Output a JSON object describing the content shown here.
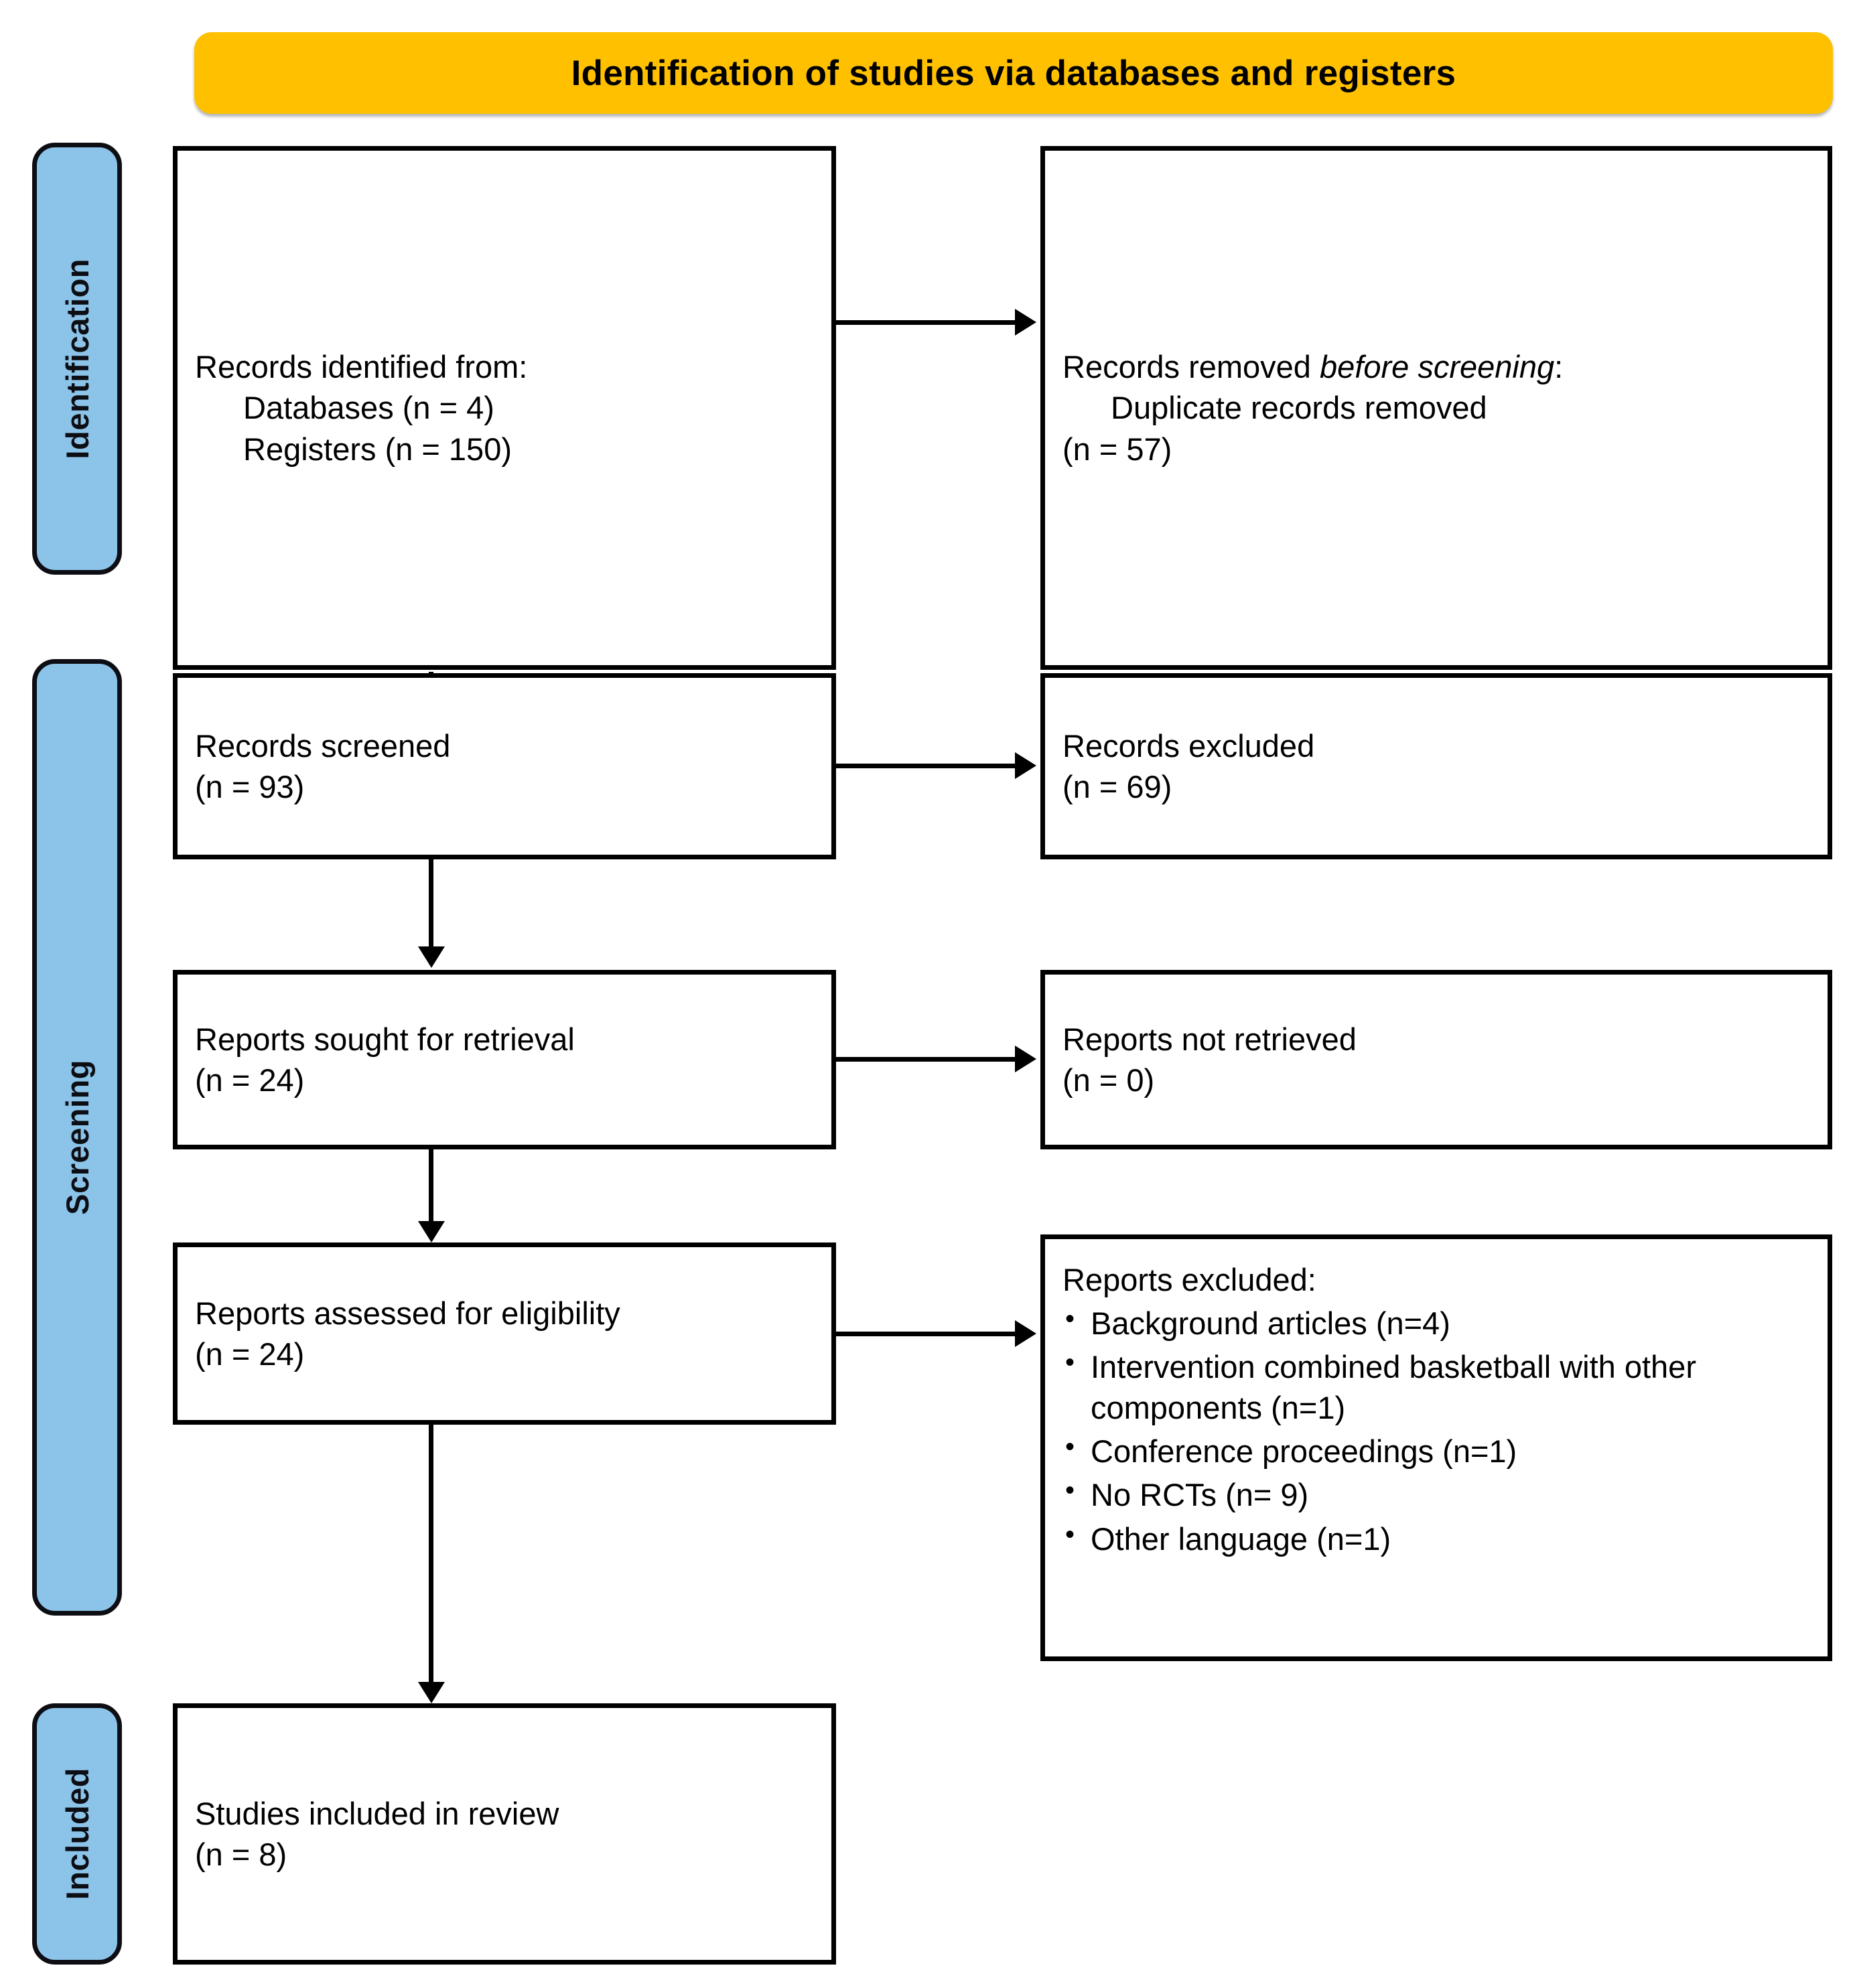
{
  "banner": {
    "title": "Identification of studies via databases and registers",
    "color": "#FFC000"
  },
  "phases": {
    "color": "#8BC4E8",
    "identification": "Identification",
    "screening": "Screening",
    "included": "Included"
  },
  "boxes": {
    "identified": {
      "line1": "Records identified from:",
      "line2": "Databases (n = 4)",
      "line3": "Registers (n = 150)"
    },
    "removed": {
      "line1_pre": "Records removed ",
      "line1_italic": "before screening",
      "line1_post": ":",
      "line2": "Duplicate records removed",
      "line3": "(n = 57)"
    },
    "screened": {
      "line1": "Records screened",
      "line2": "(n = 93)"
    },
    "records_excluded": {
      "line1": "Records excluded",
      "line2": "(n = 69)"
    },
    "sought": {
      "line1": "Reports sought for retrieval",
      "line2": "(n = 24)"
    },
    "not_retrieved": {
      "line1": "Reports not retrieved",
      "line2": "(n = 0)"
    },
    "assessed": {
      "line1": "Reports assessed for eligibility",
      "line2": "(n = 24)"
    },
    "reports_excluded": {
      "title": "Reports excluded:",
      "items": [
        "Background articles (n=4)",
        "Intervention combined basketball with other components (n=1)",
        "Conference proceedings (n=1)",
        "No RCTs (n= 9)",
        "Other language (n=1)"
      ]
    },
    "included": {
      "line1": "Studies included in review",
      "line2": "(n = 8)"
    }
  }
}
